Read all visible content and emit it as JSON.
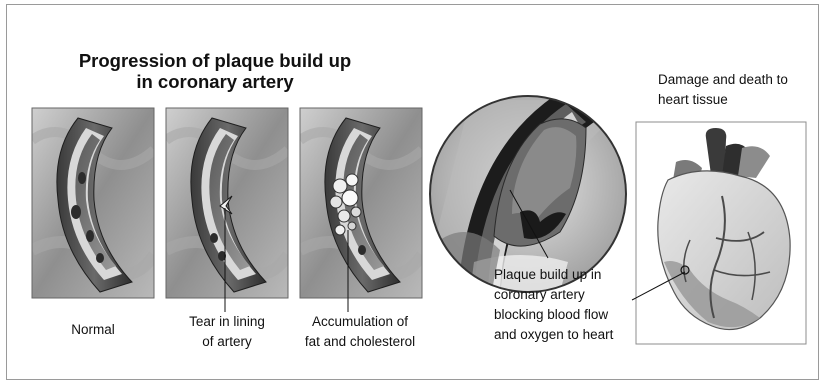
{
  "title": {
    "line1": "Progression of plaque build up",
    "line2": "in coronary artery"
  },
  "stages": [
    {
      "label_line1": "Normal",
      "label_line2": ""
    },
    {
      "label_line1": "Tear in lining",
      "label_line2": "of artery"
    },
    {
      "label_line1": "Accumulation of",
      "label_line2": "fat and cholesterol"
    }
  ],
  "blockage_label": {
    "line1": "Plaque build up in",
    "line2": "coronary artery",
    "line3": "blocking blood flow",
    "line4": "and oxygen to heart"
  },
  "heart_label": {
    "line1": "Damage and death to",
    "line2": "heart tissue"
  }
}
